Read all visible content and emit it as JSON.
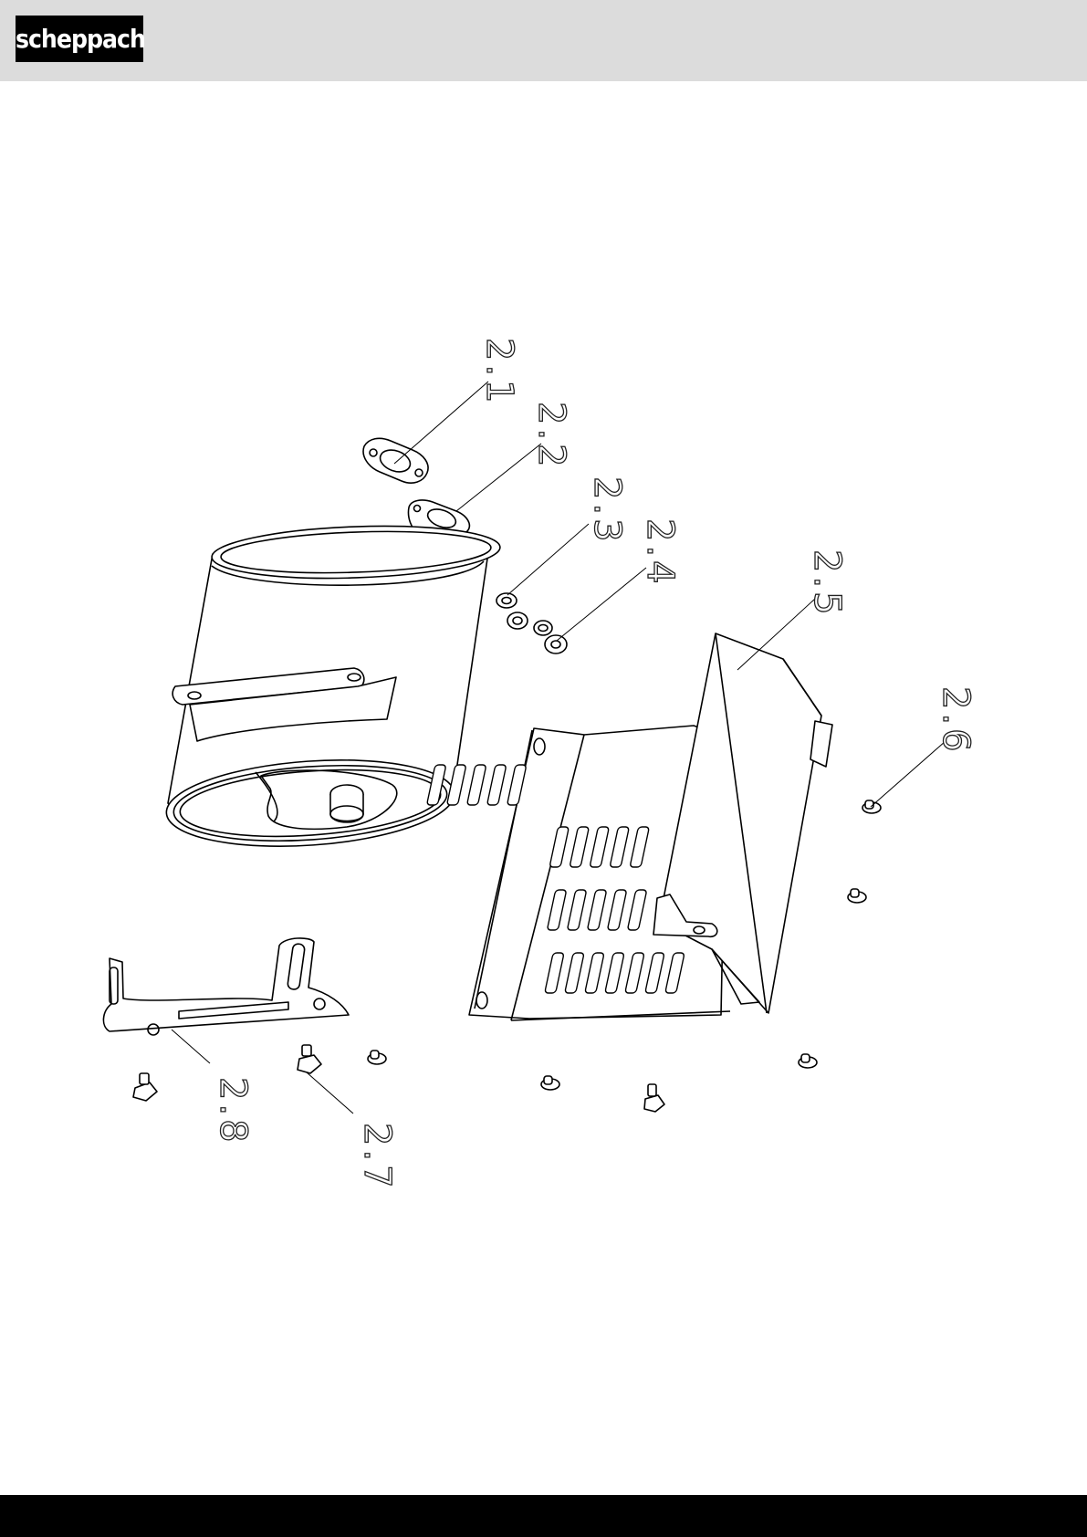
{
  "header": {
    "logo_text": "scheppach",
    "background": "#dcdcdc"
  },
  "diagram": {
    "labels": [
      {
        "id": "2.1",
        "text": "2.1"
      },
      {
        "id": "2.2",
        "text": "2.2"
      },
      {
        "id": "2.3",
        "text": "2.3"
      },
      {
        "id": "2.4",
        "text": "2.4"
      },
      {
        "id": "2.5",
        "text": "2.5"
      },
      {
        "id": "2.6",
        "text": "2.6"
      },
      {
        "id": "2.7",
        "text": "2.7"
      },
      {
        "id": "2.8",
        "text": "2.8"
      }
    ]
  },
  "footer": {
    "background": "#000000"
  }
}
